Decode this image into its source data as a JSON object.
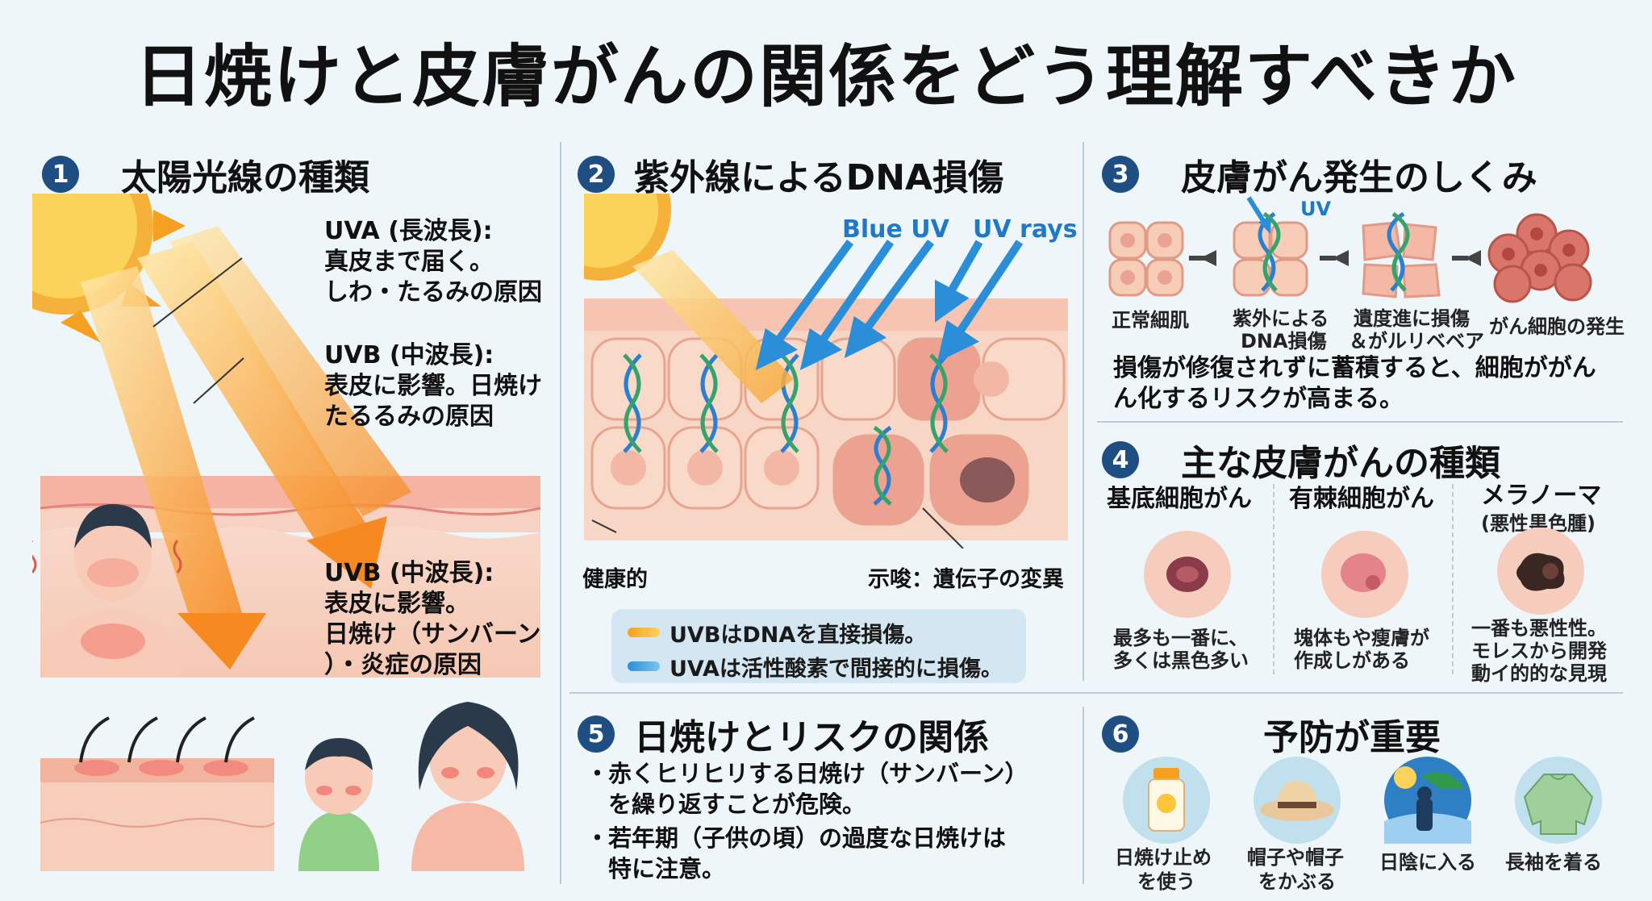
{
  "title": "日焼けと皮膚がんの関係をどう理解すべきか",
  "sections": {
    "s1": {
      "num": "1",
      "heading": "太陽光線の種類",
      "uva_title": "UVA (長波長):",
      "uva_line1": "真皮まで届く。",
      "uva_line2": "しわ・たるみの原因",
      "uvb1_title": "UVB (中波長):",
      "uvb1_line1": "表皮に影響。日焼け",
      "uvb1_line2": "たるるみの原因",
      "uvb2_title": "UVB (中波長):",
      "uvb2_line1": "表皮に影響。",
      "uvb2_line2": "日焼け（サンバーン",
      "uvb2_line3": "）・炎症の原因"
    },
    "s2": {
      "num": "2",
      "heading": "紫外線によるDNA損傷",
      "blue_uv": "Blue UV",
      "uv_rays": "UV rays",
      "healthy": "健康的",
      "mutation": "示唆：遺伝子の変異",
      "legend_uvb": "UVBはDNAを直接損傷。",
      "legend_uva": "UVAは活性酸素で間接的に損傷。"
    },
    "s3": {
      "num": "3",
      "heading": "皮膚がん発生のしくみ",
      "uv_tag": "UV",
      "steps": [
        {
          "line1": "正常細肌",
          "line2": ""
        },
        {
          "line1": "紫外による",
          "line2": "DNA損傷"
        },
        {
          "line1": "遺度進に損傷",
          "line2": "＆がルリベベア"
        },
        {
          "line1": "がん細胞の発生",
          "line2": ""
        }
      ],
      "desc_line1": "損傷が修復されずに蓄積すると、細胞ががん",
      "desc_line2": "ん化するリスクが高まる。"
    },
    "s4": {
      "num": "4",
      "heading": "主な皮膚がんの種類",
      "types": [
        {
          "name": "基底細胞がん",
          "sub": "",
          "desc1": "最多も一番に、",
          "desc2": "多くは黒色多い"
        },
        {
          "name": "有棘細胞がん",
          "sub": "",
          "desc1": "塊体もや瘦膚が",
          "desc2": "作成しがある"
        },
        {
          "name": "メラノーマ",
          "sub": "(悪性黒色腫)",
          "desc1": "一番も悪性性。",
          "desc2": "モレスから開発",
          "desc3": "動イ的的な見現"
        }
      ]
    },
    "s5": {
      "num": "5",
      "heading": "日焼けとリスクの関係",
      "b1_line1": "赤くヒリヒリする日焼け（サンバーン）",
      "b1_line2": "を繰り返すことが危険。",
      "b2_line1": "若年期（子供の頃）の過度な日焼けは",
      "b2_line2": "特に注意。",
      "bullet": "・"
    },
    "s6": {
      "num": "6",
      "heading": "予防が重要",
      "items": [
        {
          "line1": "日焼け止め",
          "line2": "を使う",
          "icon": "sunscreen-icon"
        },
        {
          "line1": "帽子や帽子",
          "line2": "をかぶる",
          "icon": "hat-icon"
        },
        {
          "line1": "日陰に入る",
          "line2": "",
          "icon": "shade-icon"
        },
        {
          "line1": "長袖を着る",
          "line2": "",
          "icon": "long-sleeve-icon"
        }
      ]
    }
  },
  "colors": {
    "accent_navy": "#1f4f82",
    "uv_blue": "#2a8fd8",
    "sun_orange": "#f5a623",
    "skin_pink": "#f4c9b8"
  }
}
